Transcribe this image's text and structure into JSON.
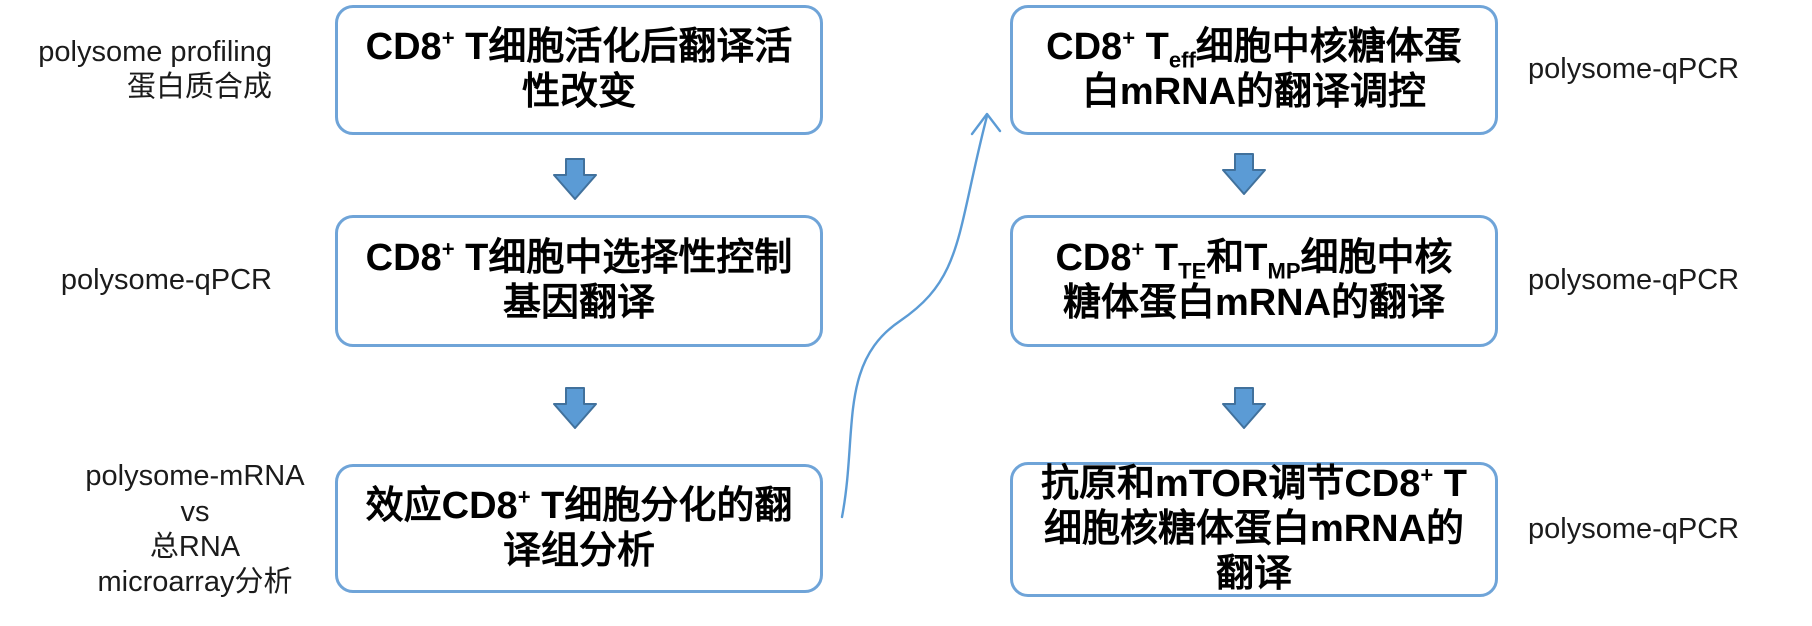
{
  "colors": {
    "accent": "#5B9BD5",
    "arrow_border": "#41719C",
    "box_border": "#6FA4D8",
    "text": "#000000",
    "label_text": "#1b1b1b",
    "background": "#ffffff"
  },
  "left_column": {
    "steps": [
      {
        "side_label_lines": [
          "polysome profiling",
          "蛋白质合成"
        ],
        "box_lines": [
          [
            {
              "t": "CD8"
            },
            {
              "t": "+",
              "s": "sup"
            },
            {
              "t": " T细胞活化后翻译活"
            }
          ],
          [
            {
              "t": "性改变"
            }
          ]
        ]
      },
      {
        "side_label_lines": [
          "polysome-qPCR"
        ],
        "box_lines": [
          [
            {
              "t": "CD8"
            },
            {
              "t": "+",
              "s": "sup"
            },
            {
              "t": " T细胞中选择性控制"
            }
          ],
          [
            {
              "t": "基因翻译"
            }
          ]
        ]
      },
      {
        "side_label_lines": [
          "polysome-mRNA",
          "vs",
          "总RNA",
          "microarray分析"
        ],
        "box_lines": [
          [
            {
              "t": "效应CD8"
            },
            {
              "t": "+",
              "s": "sup"
            },
            {
              "t": " T细胞分化的翻"
            }
          ],
          [
            {
              "t": "译组分析"
            }
          ]
        ]
      }
    ]
  },
  "right_column": {
    "steps": [
      {
        "side_label_lines": [
          "polysome-qPCR"
        ],
        "box_lines": [
          [
            {
              "t": "CD8"
            },
            {
              "t": "+",
              "s": "sup"
            },
            {
              "t": " T"
            },
            {
              "t": "eff",
              "s": "sub"
            },
            {
              "t": "细胞中核糖体蛋"
            }
          ],
          [
            {
              "t": "白mRNA的翻译调控"
            }
          ]
        ]
      },
      {
        "side_label_lines": [
          "polysome-qPCR"
        ],
        "box_lines": [
          [
            {
              "t": "CD8"
            },
            {
              "t": "+",
              "s": "sup"
            },
            {
              "t": " T"
            },
            {
              "t": "TE",
              "s": "sub"
            },
            {
              "t": "和T"
            },
            {
              "t": "MP",
              "s": "sub"
            },
            {
              "t": "细胞中核"
            }
          ],
          [
            {
              "t": "糖体蛋白mRNA的翻译"
            }
          ]
        ]
      },
      {
        "side_label_lines": [
          "polysome-qPCR"
        ],
        "box_lines": [
          [
            {
              "t": "抗原和mTOR调节CD8"
            },
            {
              "t": "+",
              "s": "sup"
            },
            {
              "t": " T"
            }
          ],
          [
            {
              "t": "细胞核糖体蛋白mRNA的"
            }
          ],
          [
            {
              "t": "翻译"
            }
          ]
        ]
      }
    ]
  }
}
